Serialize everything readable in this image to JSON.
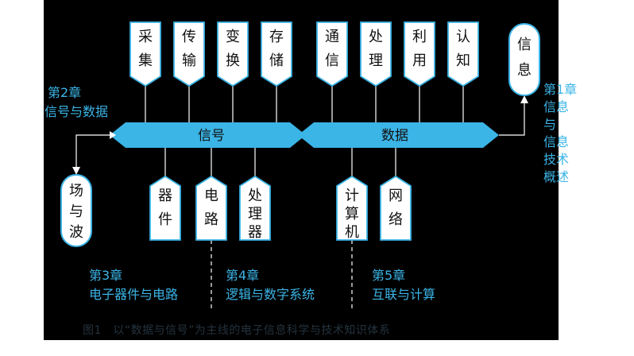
{
  "diagram": {
    "main_bar": {
      "left_label": "信号",
      "right_label": "数据"
    },
    "top_tabs": [
      [
        "采",
        "集"
      ],
      [
        "传",
        "输"
      ],
      [
        "变",
        "换"
      ],
      [
        "存",
        "储"
      ],
      [
        "通",
        "信"
      ],
      [
        "处",
        "理"
      ],
      [
        "利",
        "用"
      ],
      [
        "认",
        "知"
      ]
    ],
    "bottom_tabs": [
      [
        "器",
        "件"
      ],
      [
        "电",
        "路"
      ],
      [
        "处",
        "理",
        "器"
      ],
      [
        "计",
        "算",
        "机"
      ],
      [
        "网",
        "络"
      ]
    ],
    "info_box": [
      "信",
      "息"
    ],
    "field_box": [
      "场",
      "与",
      "波"
    ],
    "chapter1": [
      "第1章",
      "信息",
      "与",
      "信息",
      "技术",
      "概述"
    ],
    "chapter2": [
      "第2章",
      "信号与数据"
    ],
    "chapter3": [
      "第3章",
      "电子器件与电路"
    ],
    "chapter4": [
      "第4章",
      "逻辑与数字系统"
    ],
    "chapter5": [
      "第5章",
      "互联与计算"
    ],
    "caption": "图1　以“数据与信号”为主线的电子信息科学与技术知识体系",
    "colors": {
      "bar": "#3bb4e6",
      "box_fill": "#ffffff",
      "background": "#000000",
      "text_blue": "#3bb4e6"
    }
  }
}
